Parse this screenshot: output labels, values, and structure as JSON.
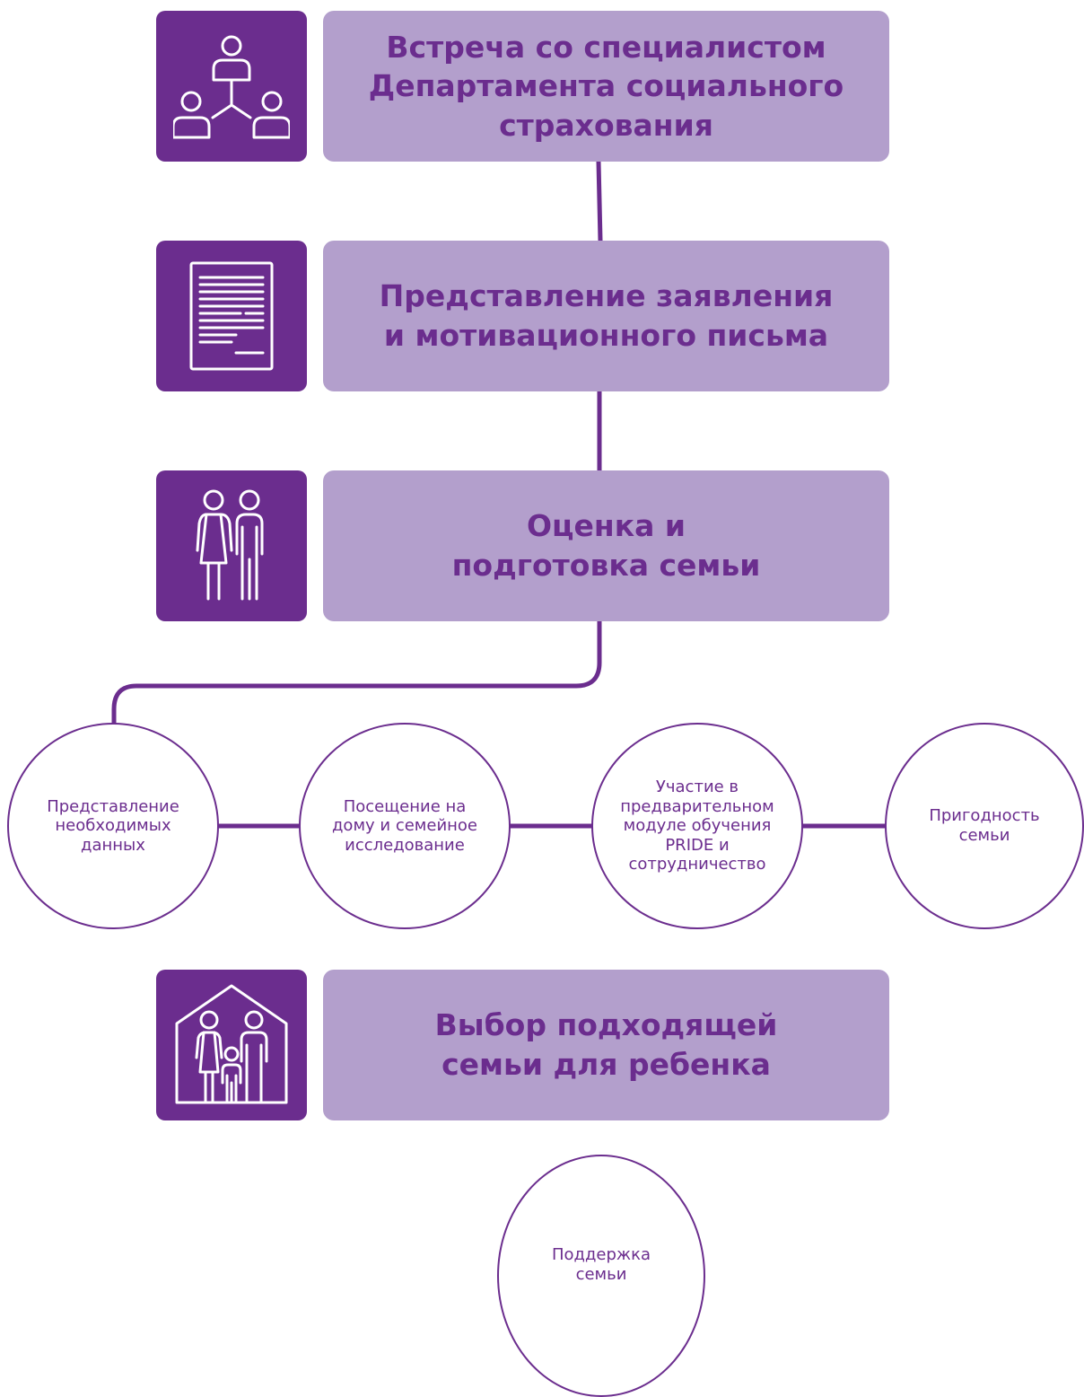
{
  "colors": {
    "accent": "#6b2d8e",
    "box_fill": "#b39fcc",
    "text": "#6b2d8e",
    "background": "#ffffff"
  },
  "steps": [
    {
      "icon": "people-network-icon",
      "label": "Встреча со специалистом\nДепартамента социального\nстрахования"
    },
    {
      "icon": "document-icon",
      "label": "Представление заявления\nи мотивационного письма"
    },
    {
      "icon": "couple-icon",
      "label": "Оценка и\nподготовка семьи"
    },
    {
      "icon": "family-house-icon",
      "label": "Выбор подходящей\nсемьи для ребенка"
    }
  ],
  "substeps": [
    {
      "label": "Представление\nнеобходимых\nданных"
    },
    {
      "label": "Посещение на\nдому и семейное\nисследование"
    },
    {
      "label": "Участие в\nпредварительном\nмодуле обучения\nPRIDE и\nсотрудничество"
    },
    {
      "label": "Пригодность\nсемьи"
    }
  ],
  "final_step": {
    "label": "Поддержка\nсемьи"
  }
}
